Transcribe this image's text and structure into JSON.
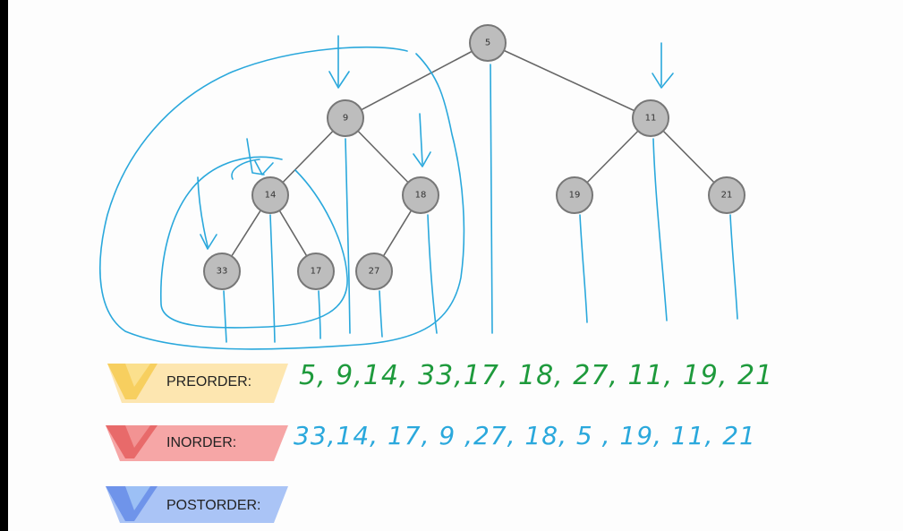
{
  "tree": {
    "nodes": [
      {
        "id": "n5",
        "label": "5"
      },
      {
        "id": "n9",
        "label": "9"
      },
      {
        "id": "n11",
        "label": "11"
      },
      {
        "id": "n14",
        "label": "14"
      },
      {
        "id": "n18",
        "label": "18"
      },
      {
        "id": "n19",
        "label": "19"
      },
      {
        "id": "n21",
        "label": "21"
      },
      {
        "id": "n33",
        "label": "33"
      },
      {
        "id": "n17",
        "label": "17"
      },
      {
        "id": "n27",
        "label": "27"
      }
    ]
  },
  "traversals": {
    "preorder": {
      "label": "PREORDER:",
      "sequence": "5, 9,14, 33,17, 18, 27, 11, 19, 21",
      "color": "#1e9a3c"
    },
    "inorder": {
      "label": "INORDER:",
      "sequence": "33,14, 17, 9 ,27, 18, 5 , 19, 11, 21",
      "color": "#2aa8dc"
    },
    "postorder": {
      "label": "POSTORDER:",
      "sequence": ""
    }
  },
  "colors": {
    "preorder_band": "#fbd98a",
    "inorder_band": "#f6a3a3",
    "postorder_band": "#a9c1f7",
    "ink": "#2aa8dc"
  }
}
